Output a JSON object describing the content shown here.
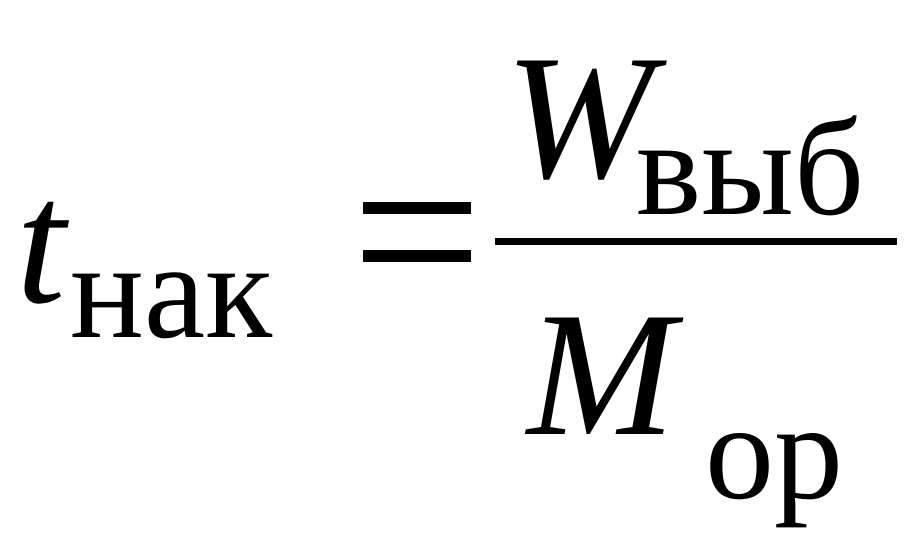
{
  "formula": {
    "lhs": {
      "variable": "t",
      "subscript": "нак"
    },
    "operator": "=",
    "fraction": {
      "numerator": {
        "variable": "W",
        "subscript": "выб"
      },
      "denominator": {
        "variable": "M",
        "subscript": "ор"
      }
    }
  }
}
